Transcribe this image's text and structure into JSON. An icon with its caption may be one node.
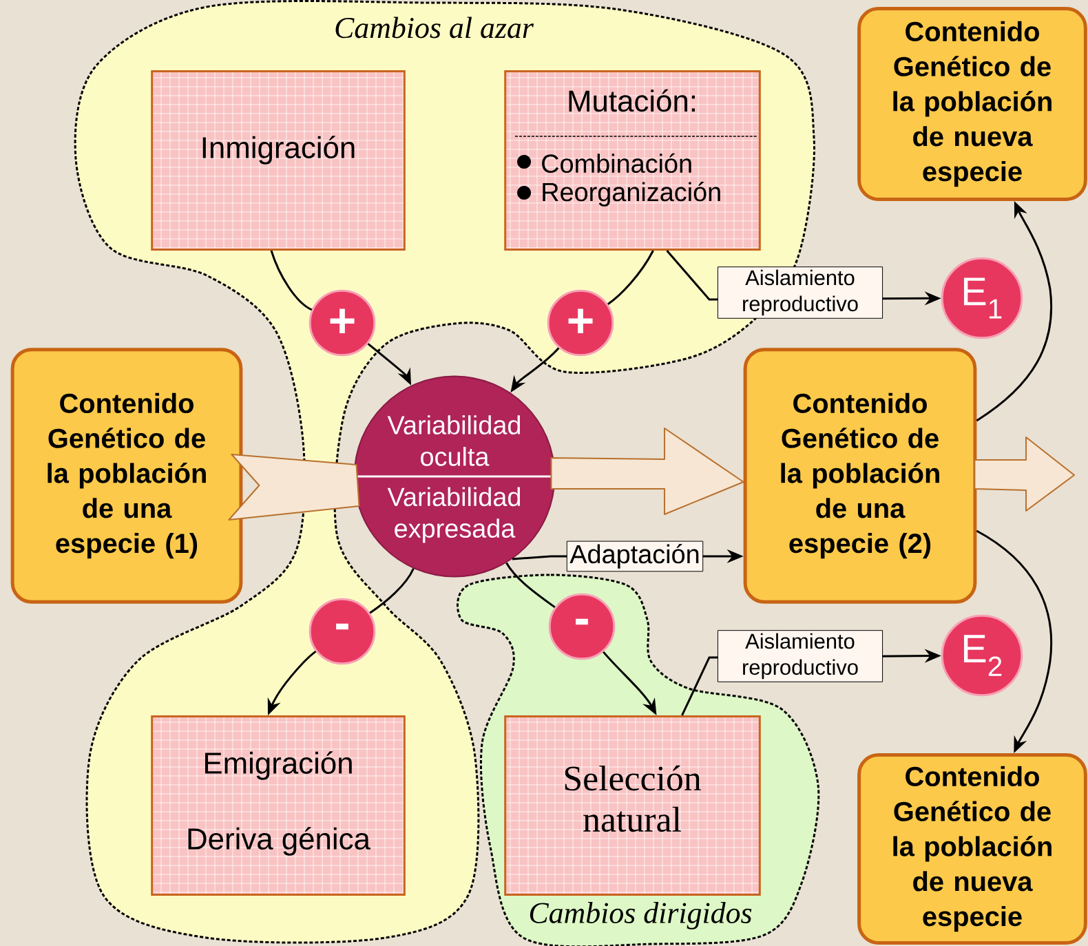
{
  "diagram": {
    "nodes": [
      {
        "text": [
          "Cambios al azar"
        ]
      },
      {
        "text": [
          "Inmigración"
        ],
        "in": 0
      },
      {
        "text": [
          "Mutación:",
          "Combinación",
          "Reorganización"
        ],
        "in": 0
      },
      {
        "text": [
          "Contenido Genético de la población de nueva especie"
        ]
      },
      {
        "text": [
          "+"
        ],
        "in": 0
      },
      {
        "text": [
          "+"
        ],
        "in": 0
      },
      {
        "text": [
          "E$_{1}$"
        ]
      },
      {
        "text": [
          "Contenido Genético de la población de una especie (1)"
        ]
      },
      {
        "text": [
          "Variabilidad oculta",
          "Variabilidad expresada"
        ]
      },
      {
        "text": [
          "Contenido Genético de la población de una especie (2)"
        ]
      },
      {
        "text": [
          "-"
        ],
        "in": 0
      },
      {
        "text": [
          "Cambios dirigidos"
        ]
      },
      {
        "text": [
          "-"
        ],
        "in": 11
      },
      {
        "text": [
          "E$_{2}$"
        ]
      },
      {
        "text": [
          "Emigración",
          "Deriva génica"
        ],
        "in": 0
      },
      {
        "text": [
          "Selección natural"
        ],
        "in": 11
      },
      {
        "text": [
          "Contenido Genético de la población de nueva especie"
        ]
      }
    ],
    "edges": [
      {
        "from": 1,
        "to": 4,
        "arrow": "none"
      },
      {
        "from": 4,
        "to": 8,
        "arrow": "to"
      },
      {
        "from": 2,
        "to": 5,
        "arrow": "none"
      },
      {
        "from": 5,
        "to": 8,
        "arrow": "to"
      },
      {
        "from": 7,
        "to": 8,
        "arrow": "none",
        "style": "thick",
        "color": "#f7e6d3"
      },
      {
        "from": 8,
        "to": 9,
        "arrow": "to",
        "style": "thick",
        "color": "#f7e6d3"
      },
      {
        "from": 9,
        "to": null,
        "arrow": "to",
        "style": "thick",
        "color": "#f7e6d3"
      },
      {
        "from": 8,
        "to": 9,
        "arrow": "to",
        "label": "Adaptación"
      },
      {
        "from": 2,
        "to": 6,
        "arrow": "to",
        "label": "Aislamiento reproductivo"
      },
      {
        "from": 8,
        "to": 10,
        "arrow": "none"
      },
      {
        "from": 10,
        "to": 14,
        "arrow": "to"
      },
      {
        "from": 8,
        "to": 12,
        "arrow": "none"
      },
      {
        "from": 12,
        "to": 15,
        "arrow": "to"
      },
      {
        "from": 15,
        "to": 13,
        "arrow": "to",
        "label": "Aislamiento reproductivo"
      },
      {
        "from": 9,
        "to": 3,
        "arrow": "to"
      },
      {
        "from": 9,
        "to": 16,
        "arrow": "to"
      }
    ]
  }
}
